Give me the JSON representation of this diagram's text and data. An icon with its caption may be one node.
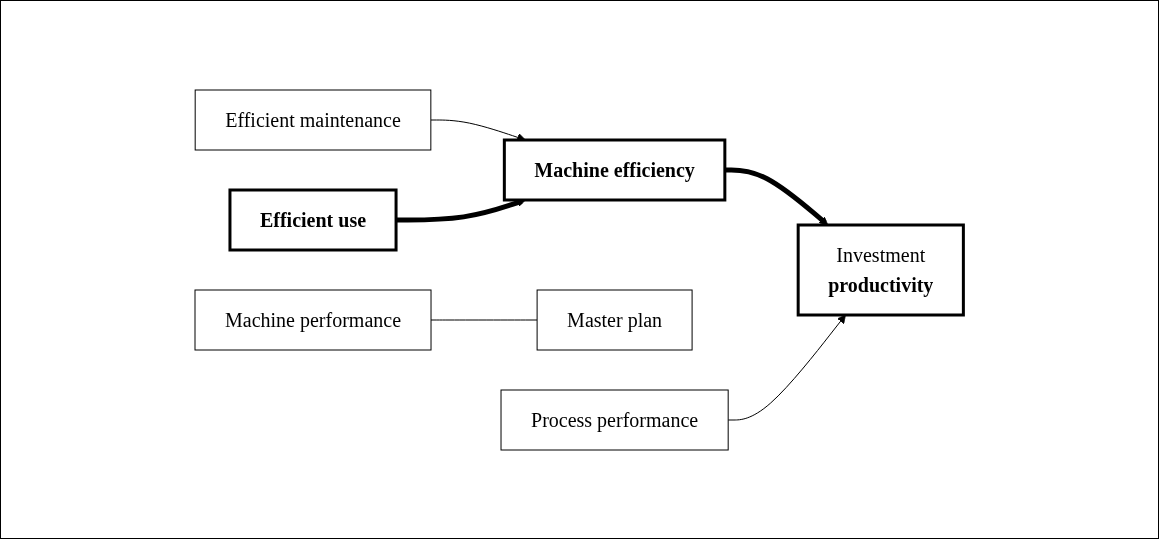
{
  "diagram": {
    "nodes": [
      {
        "text": [
          "Efficient maintenance"
        ]
      },
      {
        "text": [
          "Efficient use"
        ]
      },
      {
        "text": [
          "Machine efficiency"
        ]
      },
      {
        "text": [
          "Investment",
          "productivity"
        ]
      },
      {
        "text": [
          "Machine performance"
        ]
      },
      {
        "text": [
          "Master plan"
        ]
      },
      {
        "text": [
          "Process performance"
        ]
      }
    ],
    "edges": [
      {
        "from": 0,
        "to": 2,
        "arrow": "to"
      },
      {
        "from": 1,
        "to": 2,
        "arrow": "to",
        "style": "thick"
      },
      {
        "from": 2,
        "to": 3,
        "arrow": "to",
        "style": "thick"
      },
      {
        "from": 6,
        "to": 3,
        "arrow": "to"
      },
      {
        "from": 4,
        "to": 5,
        "arrow": "none"
      }
    ]
  }
}
